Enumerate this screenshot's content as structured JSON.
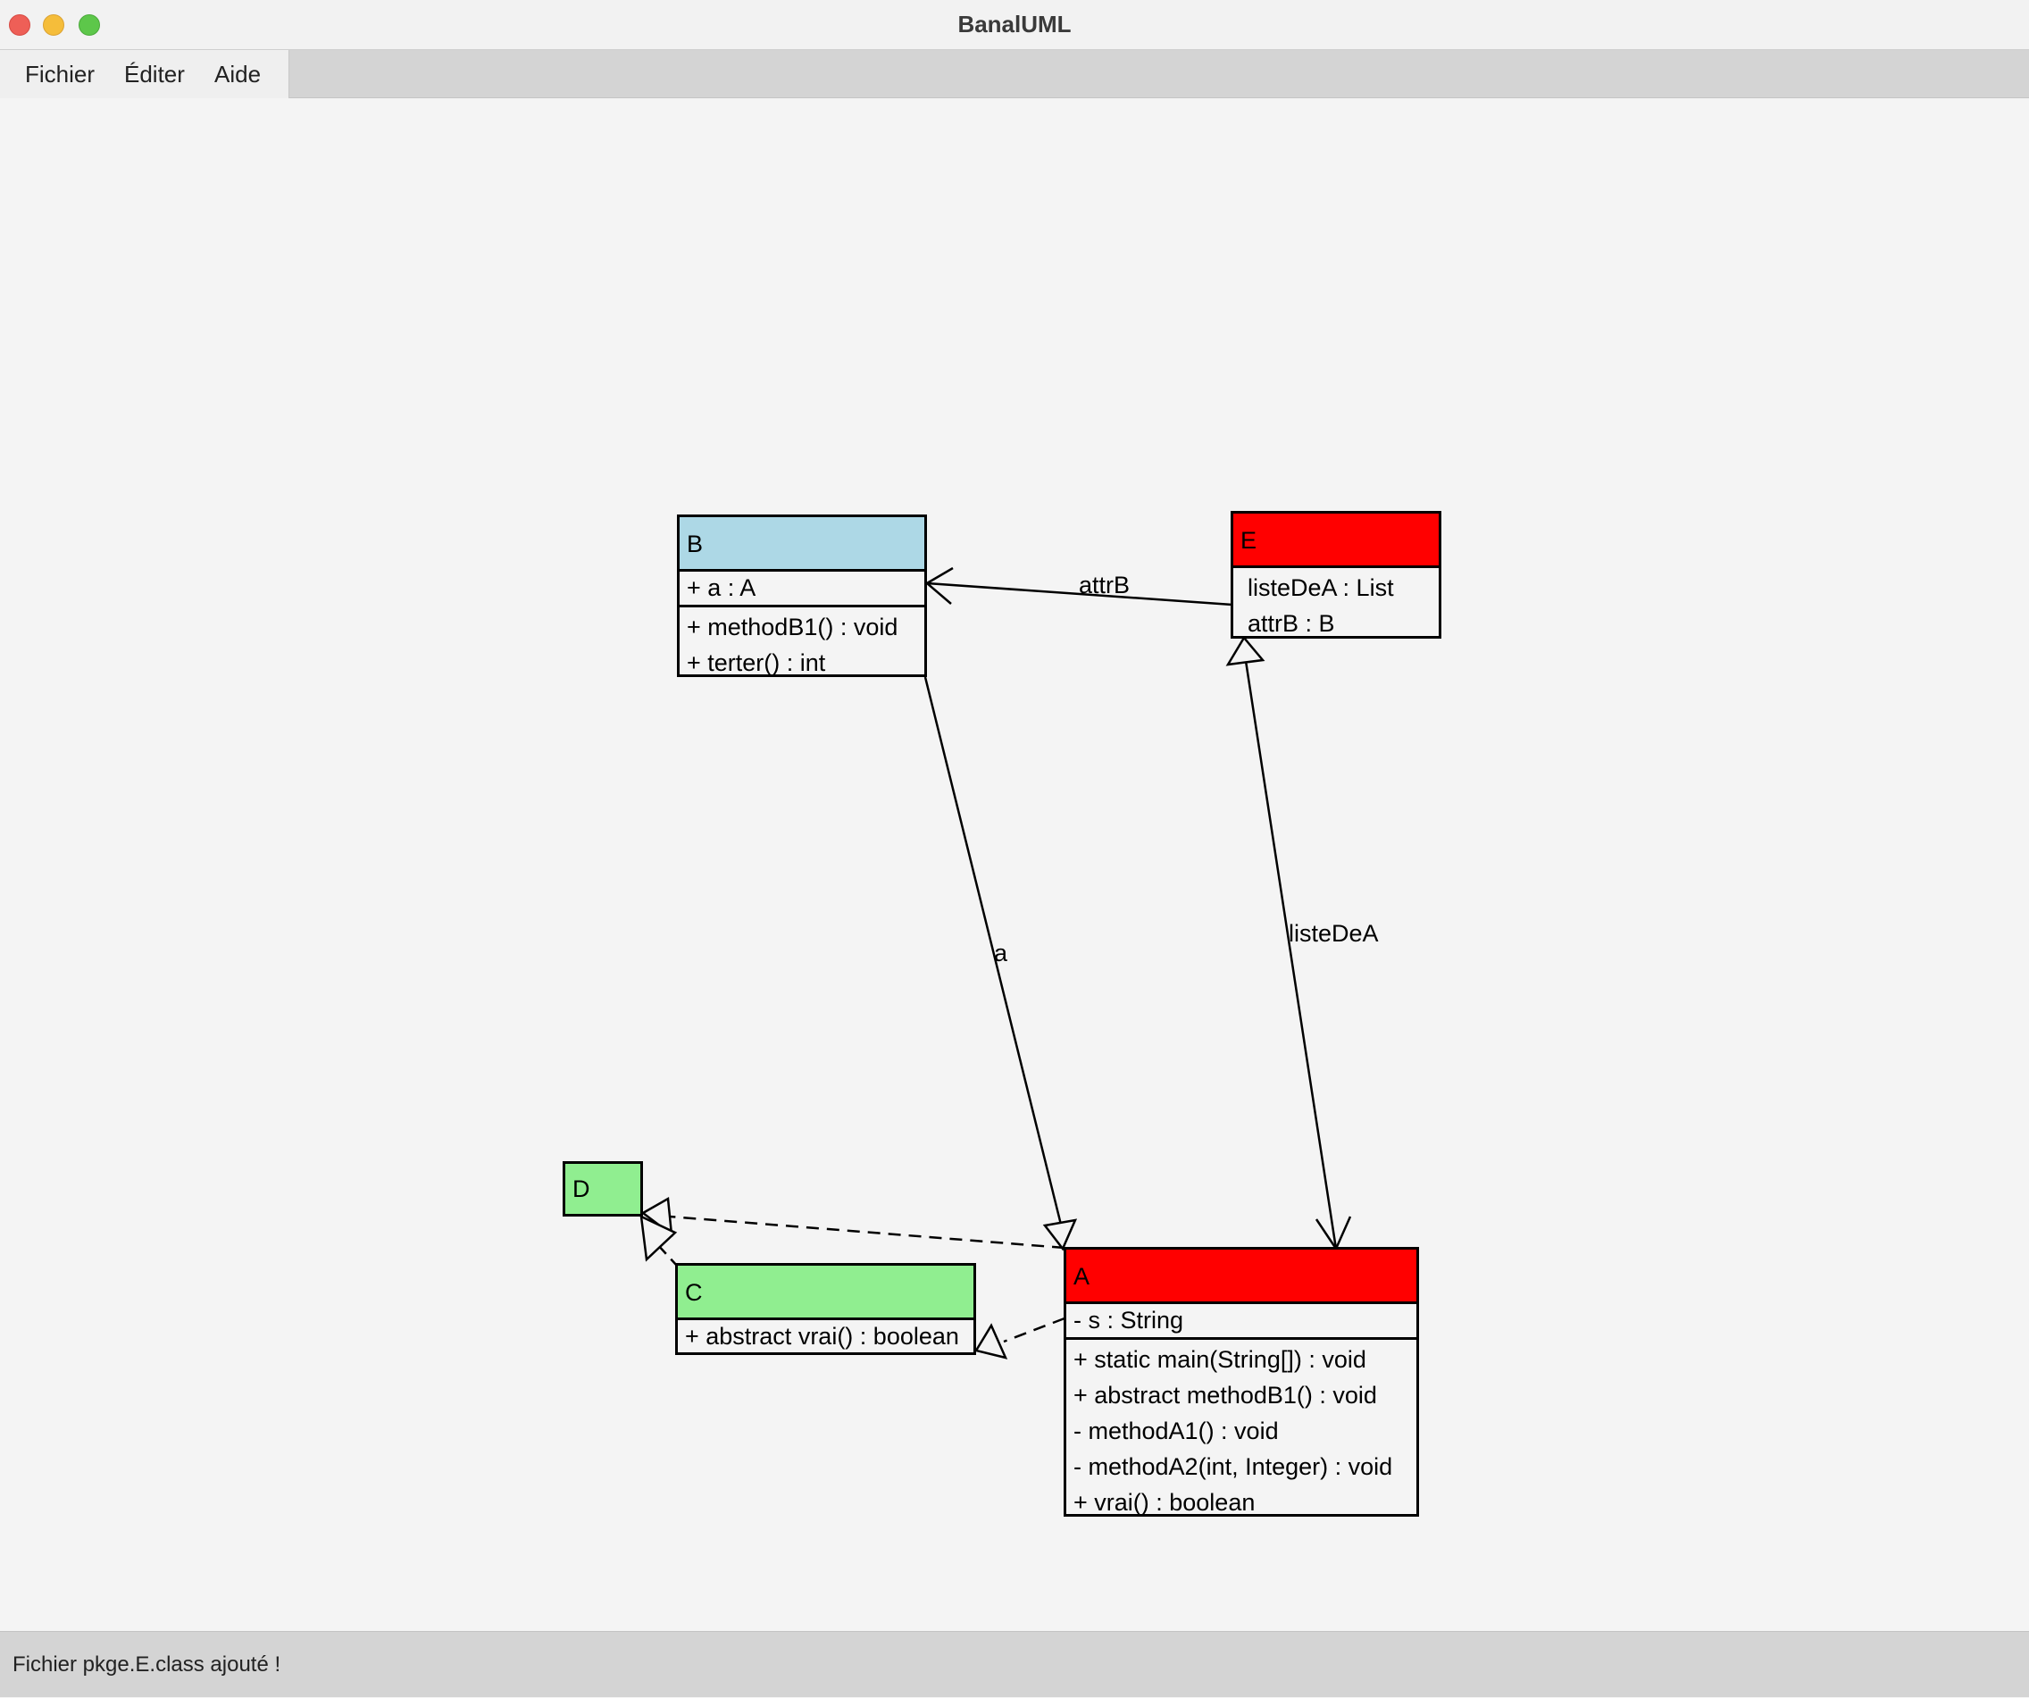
{
  "window": {
    "title": "BanalUML",
    "controls": {
      "close": "close-icon",
      "minimize": "minimize-icon",
      "maximize": "maximize-icon"
    }
  },
  "menubar": {
    "items": [
      {
        "label": "Fichier"
      },
      {
        "label": "Éditer"
      },
      {
        "label": "Aide"
      }
    ]
  },
  "colors": {
    "interface": "#add8e6",
    "concrete_class": "#ff0000",
    "abstract": "#90ee90",
    "border": "#000000",
    "background": "#f4f4f4"
  },
  "diagram": {
    "classes": {
      "B": {
        "name": "B",
        "color": "#add8e6",
        "attributes": [
          "+ a : A"
        ],
        "methods": [
          "+ methodB1() : void",
          "+ terter() : int"
        ]
      },
      "E": {
        "name": "E",
        "color": "#ff0000",
        "attributes": [
          "listeDeA : List",
          "attrB : B"
        ],
        "methods": []
      },
      "D": {
        "name": "D",
        "color": "#90ee90",
        "attributes": [],
        "methods": []
      },
      "C": {
        "name": "C",
        "color": "#90ee90",
        "attributes": [],
        "methods": [
          "+ abstract vrai() : boolean"
        ]
      },
      "A": {
        "name": "A",
        "color": "#ff0000",
        "attributes": [
          "- s : String"
        ],
        "methods": [
          "+ static main(String[]) : void",
          "+ abstract methodB1() : void",
          "- methodA1() : void",
          "- methodA2(int, Integer) : void",
          "+ vrai() : boolean"
        ]
      }
    },
    "relations": [
      {
        "from": "E",
        "to": "B",
        "kind": "association",
        "label": "attrB"
      },
      {
        "from": "B",
        "to": "A",
        "kind": "implementation",
        "label": "a"
      },
      {
        "from": "E",
        "to": "A",
        "kind": "association-and-generalization",
        "label": "listeDeA"
      },
      {
        "from": "A",
        "to": "D",
        "kind": "implementation-dashed",
        "label": ""
      },
      {
        "from": "A",
        "to": "C",
        "kind": "implementation-dashed",
        "label": ""
      },
      {
        "from": "C",
        "to": "D",
        "kind": "implementation-dashed",
        "label": ""
      }
    ]
  },
  "status": {
    "message": "Fichier pkge.E.class ajouté !"
  }
}
